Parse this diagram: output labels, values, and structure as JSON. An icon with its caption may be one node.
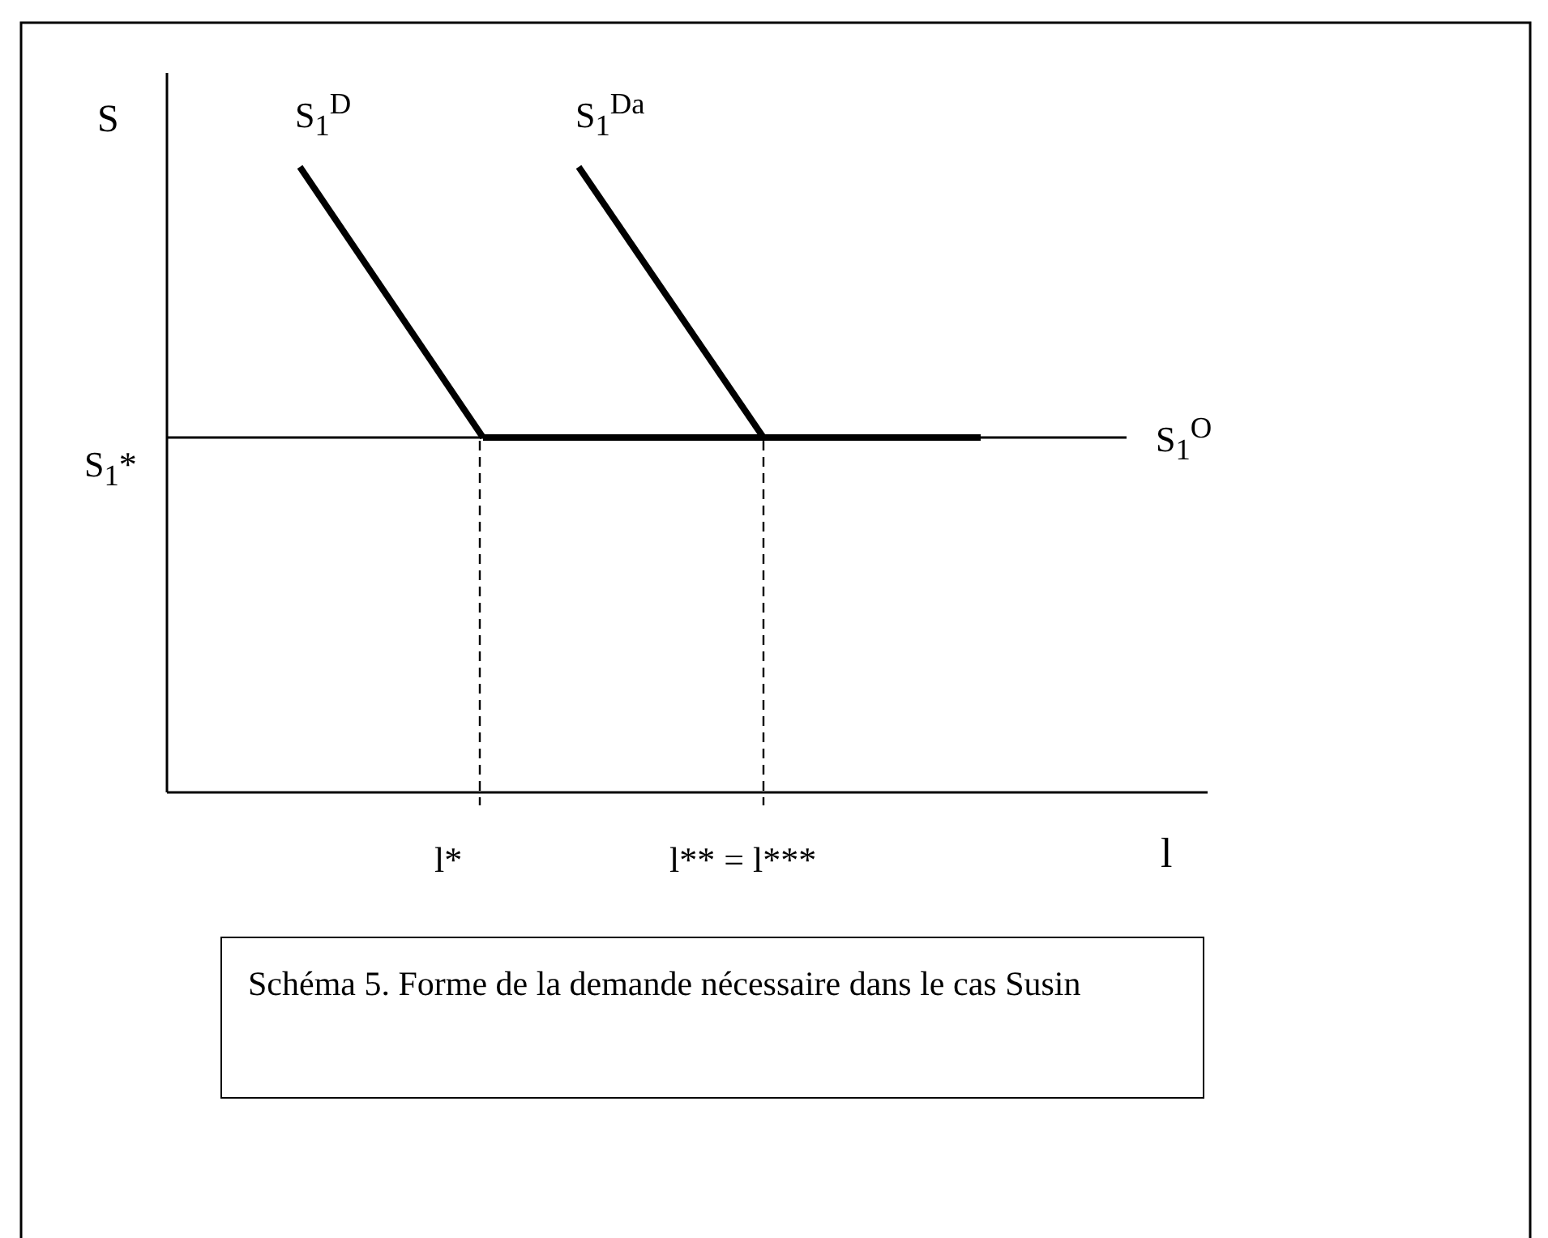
{
  "diagram": {
    "caption": "Schéma 5. Forme de la demande nécessaire dans le cas Susin",
    "labels": [
      "S",
      "S$_{1}$$^{D}$",
      "S$_{1}$$^{Da}$",
      "S$_{1}$*",
      "S$_{1}$$^{O}$",
      "l*",
      "l** = l***",
      "l"
    ]
  }
}
